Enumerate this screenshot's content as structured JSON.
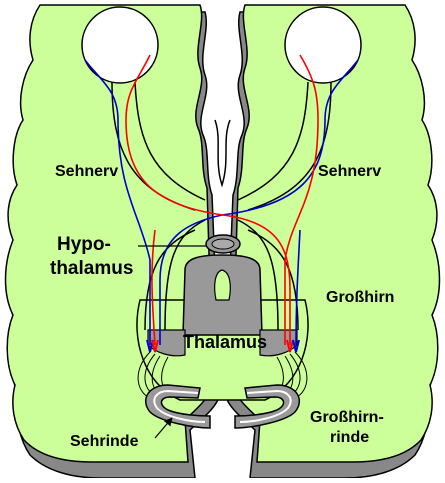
{
  "labels": {
    "optic_nerve_left": "Sehnerv",
    "optic_nerve_right": "Sehnerv",
    "hypothalamus_line1": "Hypo-",
    "hypothalamus_line2": "thalamus",
    "cerebrum": "Großhirn",
    "thalamus": "Thalamus",
    "visual_cortex": "Sehrinde",
    "cerebral_cortex_line1": "Großhirn-",
    "cerebral_cortex_line2": "rinde"
  },
  "colors": {
    "brain_fill": "#ccff99",
    "shadow": "#888888",
    "gray_matter": "#999999",
    "nerve_left_eye": "#0000cc",
    "nerve_right_eye": "#ff0000",
    "outline": "#000000"
  }
}
